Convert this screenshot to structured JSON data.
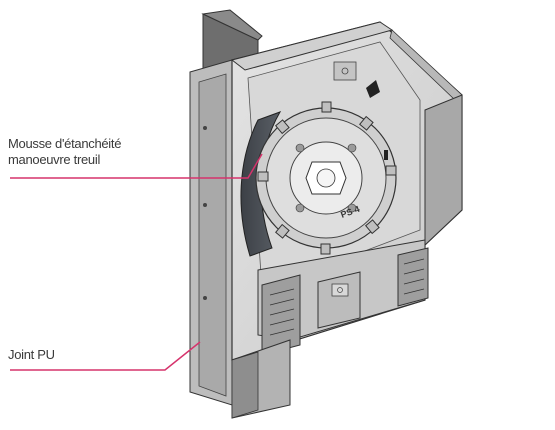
{
  "labels": {
    "seal_line1": "Mousse d'étanchéité",
    "seal_line2": "manoeuvre treuil",
    "joint": "Joint PU"
  },
  "wheel_text": "PS 4",
  "colors": {
    "leader_line": "#d6336c",
    "text": "#3a3a3a",
    "seal_foam": "#4a4e55"
  }
}
